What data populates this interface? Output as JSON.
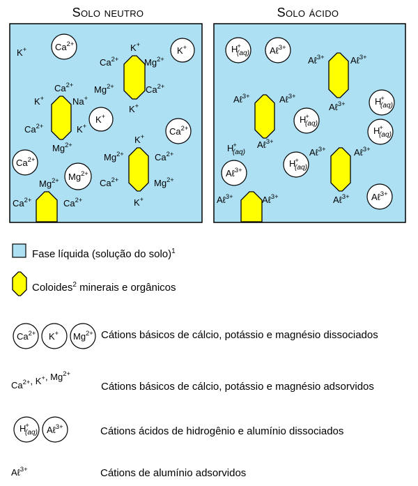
{
  "titles": {
    "neutral": "Solo neutro",
    "acid": "Solo ácido"
  },
  "ions": {
    "ca": "Ca",
    "ca_sup": "2+",
    "k": "K",
    "k_sup": "+",
    "mg": "Mg",
    "mg_sup": "2+",
    "na": "Na",
    "na_sup": "+",
    "h": "H",
    "h_sup": "+",
    "h_sub": "(aq)",
    "al": "Aℓ",
    "al_sup": "3+"
  },
  "legend": {
    "liquid_phase": "Fase líquida (solução do solo)",
    "liquid_phase_note": "1",
    "colloids": "Coloides",
    "colloids_note": "2",
    "colloids_rest": " minerais e orgânicos",
    "basic_dissociated": "Cátions básicos de cálcio, potássio e magnésio dissociados",
    "basic_adsorbed_label": "Ca2+, K+, Mg2+",
    "basic_adsorbed": "Cátions básicos de cálcio, potássio e magnésio adsorvidos",
    "acid_dissociated": "Cátions ácidos de hidrogênio e alumínio dissociados",
    "al_adsorbed": "Cátions de alumínio adsorvidos"
  },
  "colors": {
    "liquid": "#aee0f3",
    "colloid": "#ffff00",
    "stroke": "#000000",
    "bubble": "#ffffff"
  }
}
